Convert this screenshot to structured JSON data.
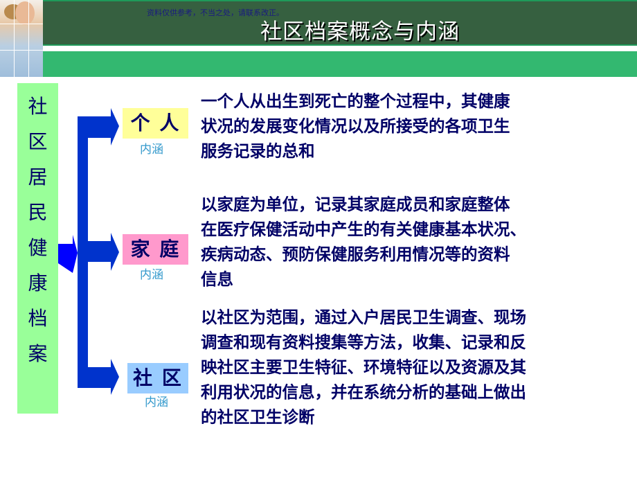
{
  "header": {
    "watermark": "资料仅供参考，不当之处，请联系改正。",
    "title": "社区档案概念与内涵"
  },
  "left_box": {
    "chars": [
      "社",
      "区",
      "居",
      "民",
      "健",
      "康",
      "档",
      "案"
    ]
  },
  "branches": [
    {
      "label": "个 人",
      "sub": "内涵",
      "color": "#ffff99",
      "text": [
        "一个人从出生到死亡的整个过程中，其健康",
        "状况的发展变化情况以及所接受的各项卫生",
        "服务记录的总和"
      ]
    },
    {
      "label": "家 庭",
      "sub": "内涵",
      "color": "#ff99cc",
      "text": [
        "以家庭为单位，记录其家庭成员和家庭整体",
        "在医疗保健活动中产生的有关健康基本状况、",
        "疾病动态、预防保健服务利用情况等的资料",
        "信息"
      ]
    },
    {
      "label": "社 区",
      "sub": "内涵",
      "color": "#99ccff",
      "text": [
        "以社区为范围，通过入户居民卫生调查、现场",
        "调查和现有资料搜集等方法，收集、记录和反",
        "映社区主要卫生特征、环境特征以及资源及其",
        "利用状况的信息，并在系统分析的基础上做出",
        "的社区卫生诊断"
      ]
    }
  ],
  "colors": {
    "header_dark": "#366040",
    "header_light": "#33b870",
    "arrow": "#0033cc",
    "text": "#000066"
  }
}
